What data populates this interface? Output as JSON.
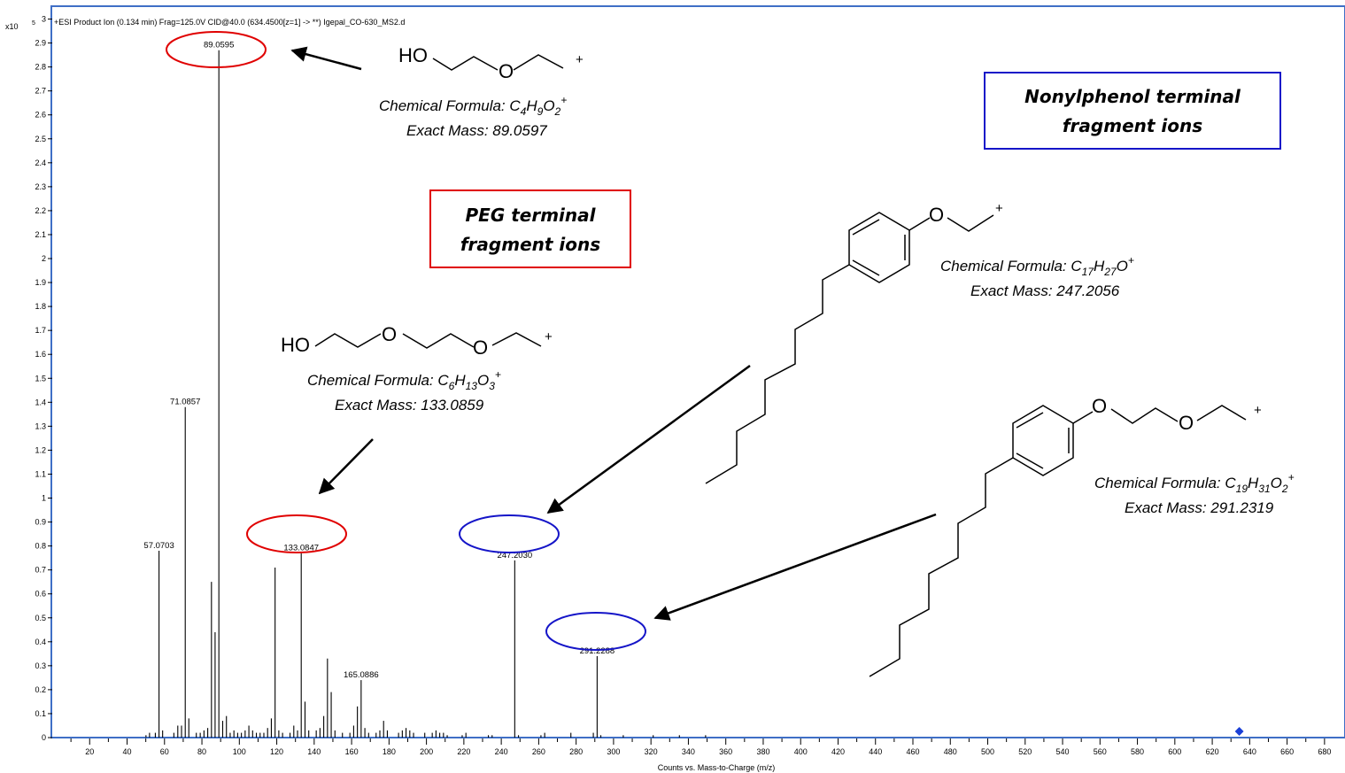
{
  "header_text": "+ESI Product Ion (0.134 min) Frag=125.0V CID@40.0 (634.4500[z=1] -> **) Igepal_CO-630_MS2.d",
  "y_multiplier": {
    "base": "x10",
    "exponent": "5"
  },
  "colors": {
    "frame": "#3f6fc6",
    "red_highlight": "#e00000",
    "blue_highlight": "#1515c8",
    "marker": "#1a3fd6"
  },
  "chart_data": {
    "type": "bar",
    "xlabel": "Counts vs. Mass-to-Charge (m/z)",
    "xlim": [
      0,
      690
    ],
    "ylim": [
      0,
      3.05
    ],
    "x_ticks": [
      20,
      40,
      60,
      80,
      100,
      120,
      140,
      160,
      180,
      200,
      220,
      240,
      260,
      280,
      300,
      320,
      340,
      360,
      380,
      400,
      420,
      440,
      460,
      480,
      500,
      520,
      540,
      560,
      580,
      600,
      620,
      640,
      660,
      680
    ],
    "x_tick_labels": [
      "20",
      "40",
      "60",
      "80",
      "100",
      "120",
      "140",
      "160",
      "180",
      "200",
      "220",
      "240",
      "260",
      "280",
      "300",
      "320",
      "340",
      "360",
      "380",
      "400",
      "420",
      "440",
      "460",
      "480",
      "500",
      "520",
      "540",
      "560",
      "580",
      "600",
      "620",
      "640",
      "660",
      "680"
    ],
    "y_ticks": [
      0,
      0.1,
      0.2,
      0.3,
      0.4,
      0.5,
      0.6,
      0.7,
      0.8,
      0.9,
      1,
      1.1,
      1.2,
      1.3,
      1.4,
      1.5,
      1.6,
      1.7,
      1.8,
      1.9,
      2,
      2.1,
      2.2,
      2.3,
      2.4,
      2.5,
      2.6,
      2.7,
      2.8,
      2.9,
      3
    ],
    "y_tick_labels": [
      "0",
      "0.1",
      "0.2",
      "0.3",
      "0.4",
      "0.5",
      "0.6",
      "0.7",
      "0.8",
      "0.9",
      "1",
      "1.1",
      "1.2",
      "1.3",
      "1.4",
      "1.5",
      "1.6",
      "1.7",
      "1.8",
      "1.9",
      "2",
      "2.1",
      "2.2",
      "2.3",
      "2.4",
      "2.5",
      "2.6",
      "2.7",
      "2.8",
      "2.9",
      "3"
    ],
    "peaks": [
      {
        "mz": 50.1,
        "y": 0.01
      },
      {
        "mz": 52.0,
        "y": 0.02
      },
      {
        "mz": 55.1,
        "y": 0.02
      },
      {
        "mz": 57.07,
        "y": 0.78
      },
      {
        "mz": 59.0,
        "y": 0.03
      },
      {
        "mz": 65.0,
        "y": 0.02
      },
      {
        "mz": 67.1,
        "y": 0.05
      },
      {
        "mz": 69.1,
        "y": 0.05
      },
      {
        "mz": 71.09,
        "y": 1.38
      },
      {
        "mz": 73.0,
        "y": 0.08
      },
      {
        "mz": 77.0,
        "y": 0.02
      },
      {
        "mz": 79.1,
        "y": 0.02
      },
      {
        "mz": 81.1,
        "y": 0.03
      },
      {
        "mz": 83.1,
        "y": 0.04
      },
      {
        "mz": 85.1,
        "y": 0.65
      },
      {
        "mz": 87.04,
        "y": 0.44
      },
      {
        "mz": 89.06,
        "y": 2.87
      },
      {
        "mz": 91.1,
        "y": 0.07
      },
      {
        "mz": 93.1,
        "y": 0.09
      },
      {
        "mz": 95.1,
        "y": 0.02
      },
      {
        "mz": 97.1,
        "y": 0.03
      },
      {
        "mz": 99.1,
        "y": 0.02
      },
      {
        "mz": 101.1,
        "y": 0.02
      },
      {
        "mz": 103.1,
        "y": 0.03
      },
      {
        "mz": 105.1,
        "y": 0.05
      },
      {
        "mz": 107.1,
        "y": 0.03
      },
      {
        "mz": 109.1,
        "y": 0.02
      },
      {
        "mz": 111.1,
        "y": 0.02
      },
      {
        "mz": 113.1,
        "y": 0.02
      },
      {
        "mz": 115.1,
        "y": 0.04
      },
      {
        "mz": 117.1,
        "y": 0.08
      },
      {
        "mz": 119.1,
        "y": 0.71
      },
      {
        "mz": 121.1,
        "y": 0.03
      },
      {
        "mz": 123.1,
        "y": 0.02
      },
      {
        "mz": 127.1,
        "y": 0.02
      },
      {
        "mz": 129.1,
        "y": 0.05
      },
      {
        "mz": 131.1,
        "y": 0.03
      },
      {
        "mz": 133.08,
        "y": 0.77
      },
      {
        "mz": 135.1,
        "y": 0.15
      },
      {
        "mz": 137.1,
        "y": 0.03
      },
      {
        "mz": 141.1,
        "y": 0.03
      },
      {
        "mz": 143.1,
        "y": 0.04
      },
      {
        "mz": 145.1,
        "y": 0.09
      },
      {
        "mz": 147.1,
        "y": 0.33
      },
      {
        "mz": 149.1,
        "y": 0.19
      },
      {
        "mz": 151.1,
        "y": 0.03
      },
      {
        "mz": 155.1,
        "y": 0.02
      },
      {
        "mz": 159.1,
        "y": 0.02
      },
      {
        "mz": 161.1,
        "y": 0.05
      },
      {
        "mz": 163.1,
        "y": 0.13
      },
      {
        "mz": 165.09,
        "y": 0.24
      },
      {
        "mz": 167.1,
        "y": 0.04
      },
      {
        "mz": 169.1,
        "y": 0.02
      },
      {
        "mz": 173.1,
        "y": 0.02
      },
      {
        "mz": 175.1,
        "y": 0.03
      },
      {
        "mz": 177.1,
        "y": 0.07
      },
      {
        "mz": 179.1,
        "y": 0.03
      },
      {
        "mz": 185.1,
        "y": 0.02
      },
      {
        "mz": 187.1,
        "y": 0.03
      },
      {
        "mz": 189.1,
        "y": 0.04
      },
      {
        "mz": 191.1,
        "y": 0.03
      },
      {
        "mz": 193.1,
        "y": 0.02
      },
      {
        "mz": 199.1,
        "y": 0.02
      },
      {
        "mz": 203.1,
        "y": 0.02
      },
      {
        "mz": 205.1,
        "y": 0.03
      },
      {
        "mz": 207.1,
        "y": 0.02
      },
      {
        "mz": 209.1,
        "y": 0.02
      },
      {
        "mz": 211.1,
        "y": 0.01
      },
      {
        "mz": 219.1,
        "y": 0.01
      },
      {
        "mz": 221.1,
        "y": 0.02
      },
      {
        "mz": 233.1,
        "y": 0.01
      },
      {
        "mz": 235.1,
        "y": 0.01
      },
      {
        "mz": 247.2,
        "y": 0.74
      },
      {
        "mz": 249.2,
        "y": 0.01
      },
      {
        "mz": 261.2,
        "y": 0.01
      },
      {
        "mz": 263.2,
        "y": 0.02
      },
      {
        "mz": 277.2,
        "y": 0.02
      },
      {
        "mz": 289.2,
        "y": 0.02
      },
      {
        "mz": 291.23,
        "y": 0.34
      },
      {
        "mz": 293.2,
        "y": 0.01
      },
      {
        "mz": 305.2,
        "y": 0.01
      },
      {
        "mz": 321.2,
        "y": 0.01
      },
      {
        "mz": 335.2,
        "y": 0.01
      },
      {
        "mz": 349.2,
        "y": 0.01
      }
    ],
    "peak_labels": [
      {
        "mz": 57.07,
        "y": 0.78,
        "text": "57.0703"
      },
      {
        "mz": 71.09,
        "y": 1.38,
        "text": "71.0857"
      },
      {
        "mz": 89.06,
        "y": 2.87,
        "text": "89.0595"
      },
      {
        "mz": 133.08,
        "y": 0.77,
        "text": "133.0847"
      },
      {
        "mz": 165.09,
        "y": 0.24,
        "text": "165.0886"
      },
      {
        "mz": 247.2,
        "y": 0.74,
        "text": "247.2030"
      },
      {
        "mz": 291.23,
        "y": 0.34,
        "text": "291.2288"
      }
    ],
    "precursor_marker_mz": 634.45
  },
  "annotations": {
    "peg_box": {
      "line1": "PEG terminal",
      "line2": "fragment ions"
    },
    "np_box": {
      "line1": "Nonylphenol terminal",
      "line2": "fragment ions"
    },
    "ion1": {
      "formula_label": "Chemical Formula: ",
      "f": [
        {
          "t": "C"
        },
        {
          "t": "4",
          "s": "sub"
        },
        {
          "t": "H"
        },
        {
          "t": "9",
          "s": "sub"
        },
        {
          "t": "O"
        },
        {
          "t": "2",
          "s": "sub"
        },
        {
          "t": "+",
          "s": "sup"
        }
      ],
      "mass": "Exact Mass: 89.0597",
      "ho": "HO",
      "o": [
        "O"
      ],
      "plus": "+"
    },
    "ion2": {
      "formula_label": "Chemical Formula: ",
      "f": [
        {
          "t": "C"
        },
        {
          "t": "6",
          "s": "sub"
        },
        {
          "t": "H"
        },
        {
          "t": "13",
          "s": "sub"
        },
        {
          "t": "O"
        },
        {
          "t": "3",
          "s": "sub"
        },
        {
          "t": "+",
          "s": "sup"
        }
      ],
      "mass": "Exact Mass: 133.0859",
      "ho": "HO",
      "o": [
        "O",
        "O"
      ],
      "plus": "+"
    },
    "ion3": {
      "formula_label": "Chemical Formula: ",
      "f": [
        {
          "t": "C"
        },
        {
          "t": "17",
          "s": "sub"
        },
        {
          "t": "H"
        },
        {
          "t": "27",
          "s": "sub"
        },
        {
          "t": "O"
        },
        {
          "t": "+",
          "s": "sup"
        }
      ],
      "mass": "Exact Mass: 247.2056",
      "o": [
        "O"
      ],
      "plus": "+"
    },
    "ion4": {
      "formula_label": "Chemical Formula: ",
      "f": [
        {
          "t": "C"
        },
        {
          "t": "19",
          "s": "sub"
        },
        {
          "t": "H"
        },
        {
          "t": "31",
          "s": "sub"
        },
        {
          "t": "O"
        },
        {
          "t": "2",
          "s": "sub"
        },
        {
          "t": "+",
          "s": "sup"
        }
      ],
      "mass": "Exact Mass: 291.2319",
      "o": [
        "O",
        "O"
      ],
      "plus": "+"
    }
  }
}
